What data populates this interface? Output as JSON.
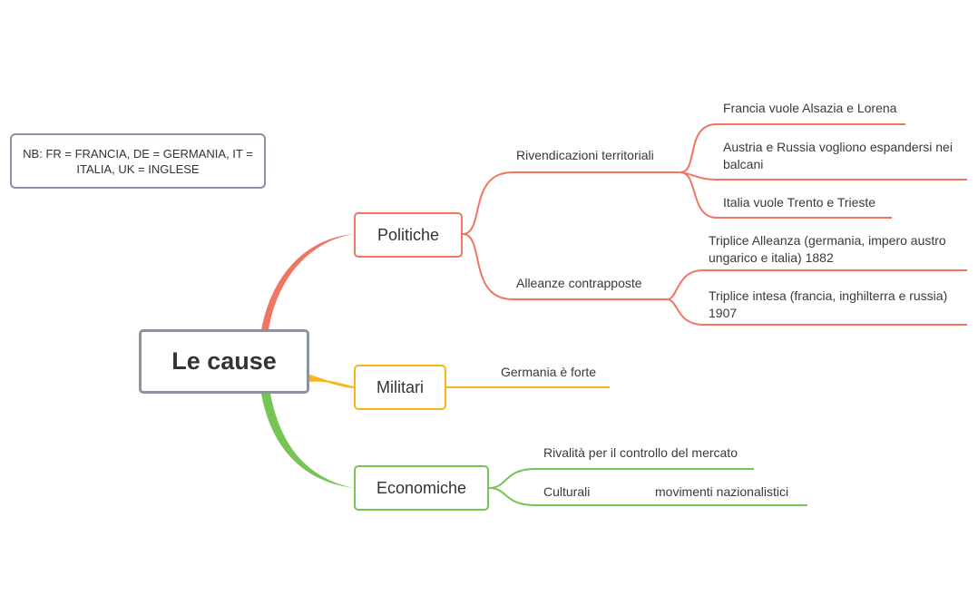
{
  "note": "NB: FR = FRANCIA, DE = GERMANIA, IT = ITALIA, UK = INGLESE",
  "root": "Le cause",
  "categories": {
    "politiche": "Politiche",
    "militari": "Militari",
    "economiche": "Economiche"
  },
  "politiche": {
    "rivendicazioni": {
      "label": "Rivendicazioni territoriali",
      "items": [
        "Francia vuole Alsazia e Lorena",
        "Austria e Russia vogliono espandersi nei balcani",
        "Italia vuole Trento e Trieste"
      ]
    },
    "alleanze": {
      "label": "Alleanze contrapposte",
      "items": [
        "Triplice Alleanza  (germania, impero austro ungarico e italia) 1882",
        "Triplice intesa (francia, inghilterra e russia) 1907"
      ]
    }
  },
  "militari": {
    "items": [
      "Germania è forte"
    ]
  },
  "economiche": {
    "items": [
      "Rivalità per il controllo del mercato",
      "Culturali"
    ],
    "culturali_child": "movimenti nazionalistici"
  },
  "colors": {
    "politiche": "#f07563",
    "militari": "#f7b719",
    "economiche": "#76c356",
    "neutral": "#8a93a3"
  }
}
